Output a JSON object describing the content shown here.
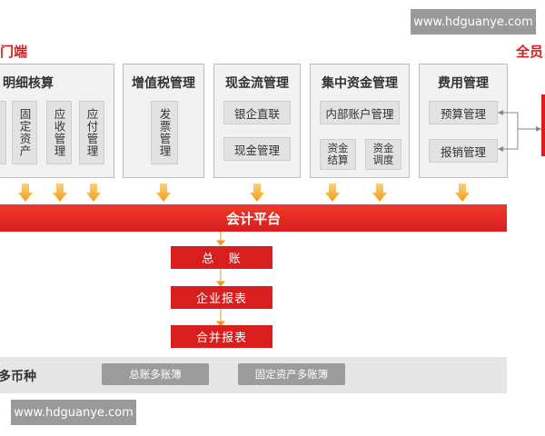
{
  "header": {
    "left_label": "门端",
    "right_label": "全员"
  },
  "watermark": {
    "top": "www.hdguanye.com",
    "bottom": "www.hdguanye.com"
  },
  "modules": {
    "detail": {
      "title": "明细核算",
      "items": [
        "固定资产",
        "应收管理",
        "应付管理"
      ]
    },
    "vat": {
      "title": "增值税管理",
      "items": [
        "发票管理"
      ]
    },
    "cash": {
      "title": "现金流管理",
      "items": [
        "银企直联",
        "现金管理"
      ]
    },
    "fund": {
      "title": "集中资金管理",
      "items": [
        "内部账户管理",
        "资金结算",
        "资金调度"
      ]
    },
    "expense": {
      "title": "费用管理",
      "items": [
        "预算管理",
        "报销管理"
      ]
    }
  },
  "platform": {
    "label": "会计平台"
  },
  "ledger": {
    "general": "总   账",
    "enterprise": "企业报表",
    "consolidated": "合并报表"
  },
  "currency": {
    "label": "多币种",
    "items": [
      "总账多账簿",
      "固定资产多账簿"
    ]
  },
  "colors": {
    "accent": "#d81e1e",
    "arrow": "#f5a623",
    "panel": "#f2f2f2"
  }
}
